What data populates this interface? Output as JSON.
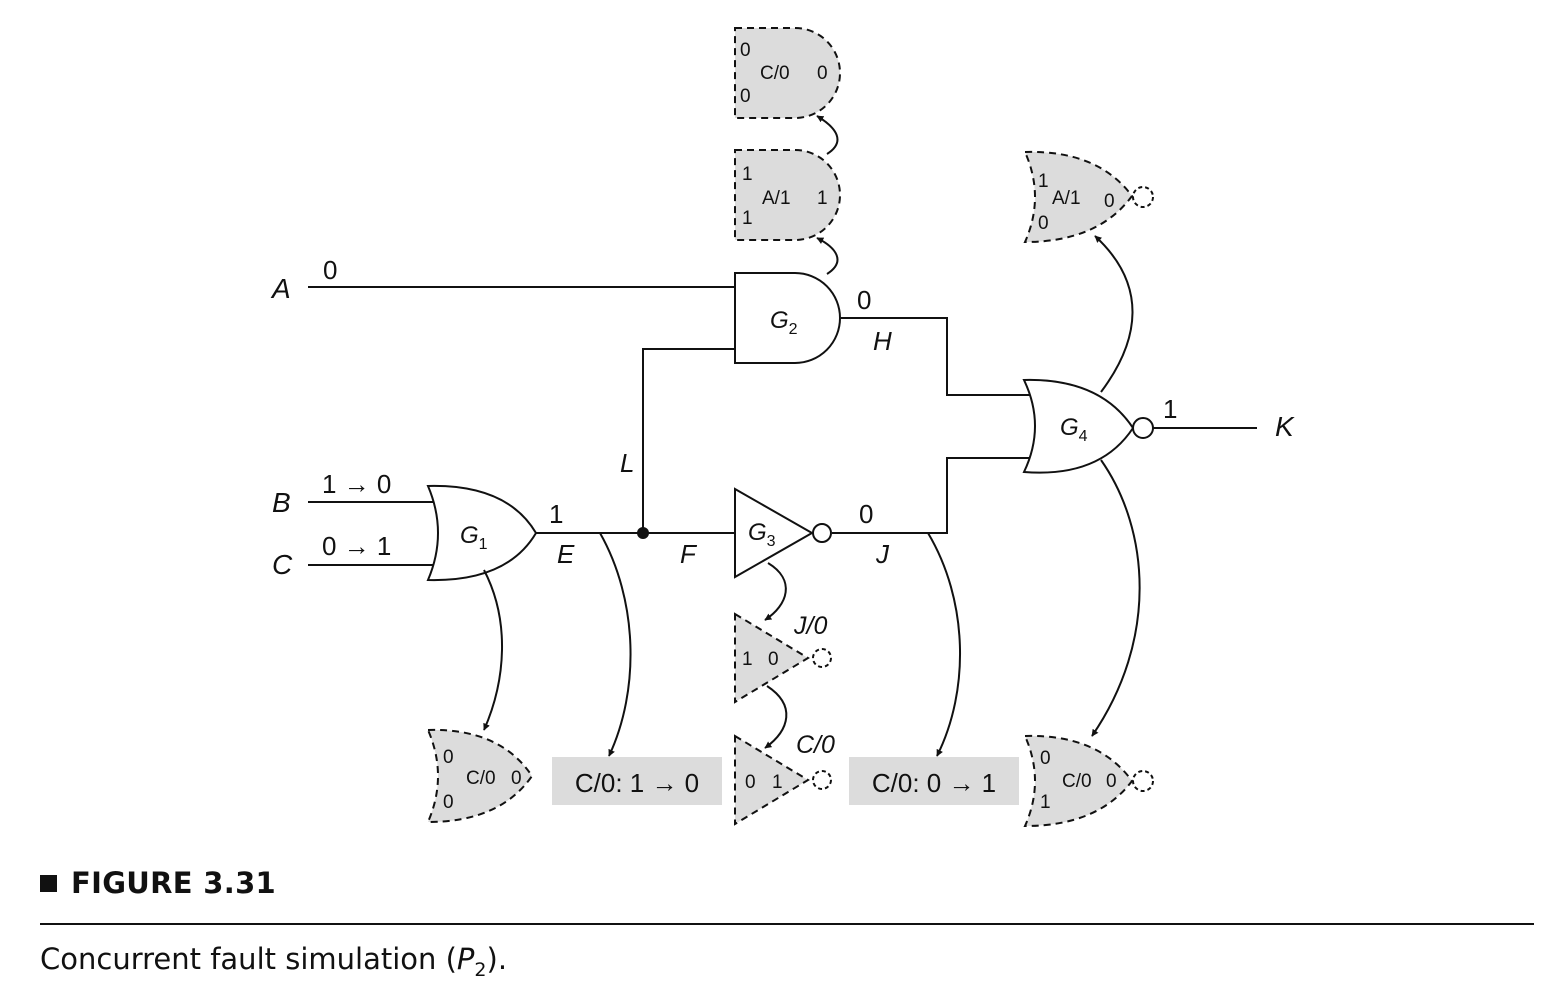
{
  "figure": {
    "label": "FIGURE 3.31",
    "caption_text": "Concurrent fault simulation (",
    "caption_var": "P",
    "caption_sub": "2",
    "caption_end": ")."
  },
  "signals": {
    "A": {
      "name": "A",
      "value": "0"
    },
    "B": {
      "name": "B",
      "value": "1 → 0"
    },
    "C": {
      "name": "C",
      "value": "0 → 1"
    },
    "E": {
      "name": "E",
      "value": "1"
    },
    "F": {
      "name": "F"
    },
    "L": {
      "name": "L"
    },
    "H": {
      "name": "H",
      "value": "0"
    },
    "J": {
      "name": "J",
      "value": "0"
    },
    "K": {
      "name": "K",
      "value": "1"
    }
  },
  "gates": {
    "G1": {
      "name": "G",
      "sub": "1",
      "type": "OR"
    },
    "G2": {
      "name": "G",
      "sub": "2",
      "type": "AND"
    },
    "G3": {
      "name": "G",
      "sub": "3",
      "type": "NOT"
    },
    "G4": {
      "name": "G",
      "sub": "4",
      "type": "NOR"
    }
  },
  "fault_gates": {
    "g2_c0": {
      "label": "C/0",
      "in1": "0",
      "in2": "0",
      "out": "0"
    },
    "g2_a1": {
      "label": "A/1",
      "in1": "1",
      "in2": "1",
      "out": "1"
    },
    "g4_a1": {
      "label": "A/1",
      "in1": "1",
      "in2": "0",
      "out": "0"
    },
    "g1_c0": {
      "label": "C/0",
      "in1": "0",
      "in2": "0",
      "out": "0"
    },
    "g3_j0": {
      "label": "J/0",
      "in": "1",
      "out": "0"
    },
    "g3_c0": {
      "label": "C/0",
      "in": "0",
      "out": "1"
    },
    "g4_c0": {
      "label": "C/0",
      "in1": "0",
      "in2": "1",
      "out": "0"
    }
  },
  "fault_boxes": {
    "e": "C/0: 1 → 0",
    "j": "C/0: 0 → 1"
  }
}
